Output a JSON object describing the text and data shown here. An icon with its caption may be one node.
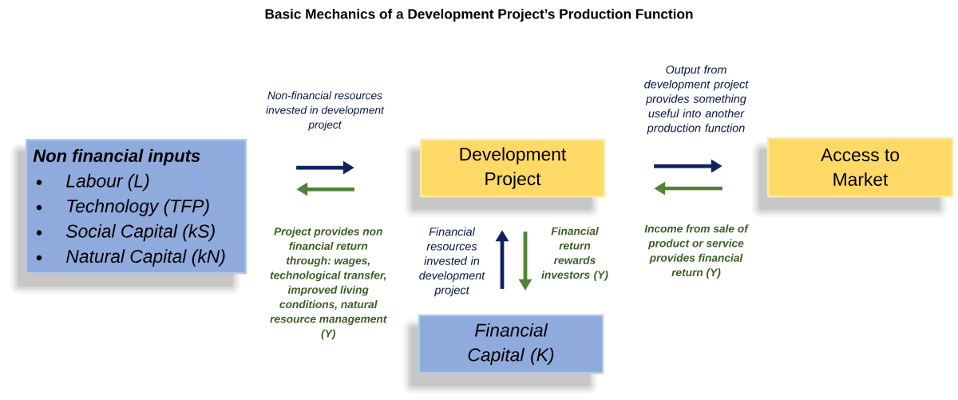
{
  "diagram": {
    "title": "Basic Mechanics of a Development Project’s Production Function",
    "nodes": [
      {
        "text": [
          "Non financial inputs",
          "Labour (L)",
          "Technology (TFP)",
          "Social Capital (kS)",
          "Natural Capital (kN)"
        ]
      },
      {
        "text": [
          "Development Project"
        ]
      },
      {
        "text": [
          "Access to Market"
        ]
      },
      {
        "text": [
          "Financial Capital (K)"
        ]
      }
    ],
    "edges": [
      {
        "from": 0,
        "to": 1,
        "arrow": "to",
        "color": "#0f2160",
        "label": "Non-financial resources invested in development project"
      },
      {
        "from": 1,
        "to": 0,
        "arrow": "to",
        "color": "#548235",
        "label": "Project provides non financial return through: wages, technological transfer, improved living conditions, natural resource management (Y)"
      },
      {
        "from": 1,
        "to": 2,
        "arrow": "to",
        "color": "#0f2160",
        "label": "Output from development project provides something useful into another production function"
      },
      {
        "from": 2,
        "to": 1,
        "arrow": "to",
        "color": "#548235",
        "label": "Income from sale of product or service provides financial return (Y)"
      },
      {
        "from": 3,
        "to": 1,
        "arrow": "to",
        "color": "#0f2160",
        "label": "Financial resources invested in development project"
      },
      {
        "from": 1,
        "to": 3,
        "arrow": "to",
        "color": "#548235",
        "label": "Financial return rewards investors (Y)"
      }
    ]
  }
}
